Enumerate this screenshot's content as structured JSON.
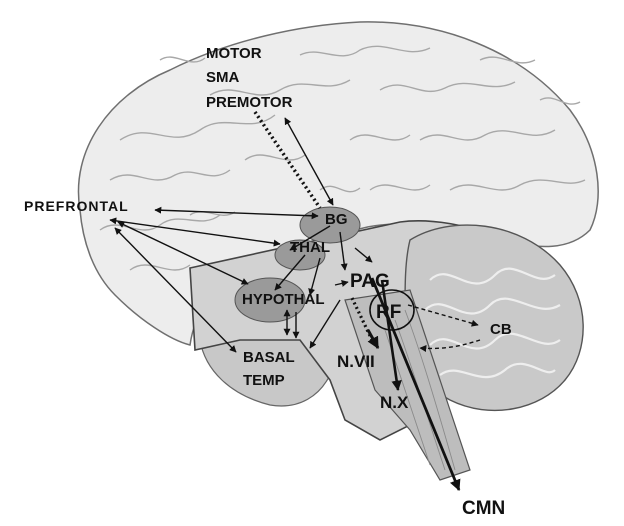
{
  "labels": {
    "motor": "MOTOR",
    "sma": "SMA",
    "premotor": "PREMOTOR",
    "prefrontal": "PREFRONTAL",
    "bg": "BG",
    "thal": "THAL",
    "pag": "PAG",
    "hypothal": "HYPOTHAL",
    "rf": "RF",
    "cb": "CB",
    "basal": "BASAL",
    "temp": "TEMP",
    "nvii": "N.VII",
    "nx": "N.X",
    "cmn": "CMN"
  },
  "colors": {
    "background": "#ffffff",
    "cortex": "#ededed",
    "gyrus_line": "#a8a8a8",
    "cutaway": "#d2d2d2",
    "cerebellum": "#c9c9c9",
    "arrow": "#111111"
  }
}
